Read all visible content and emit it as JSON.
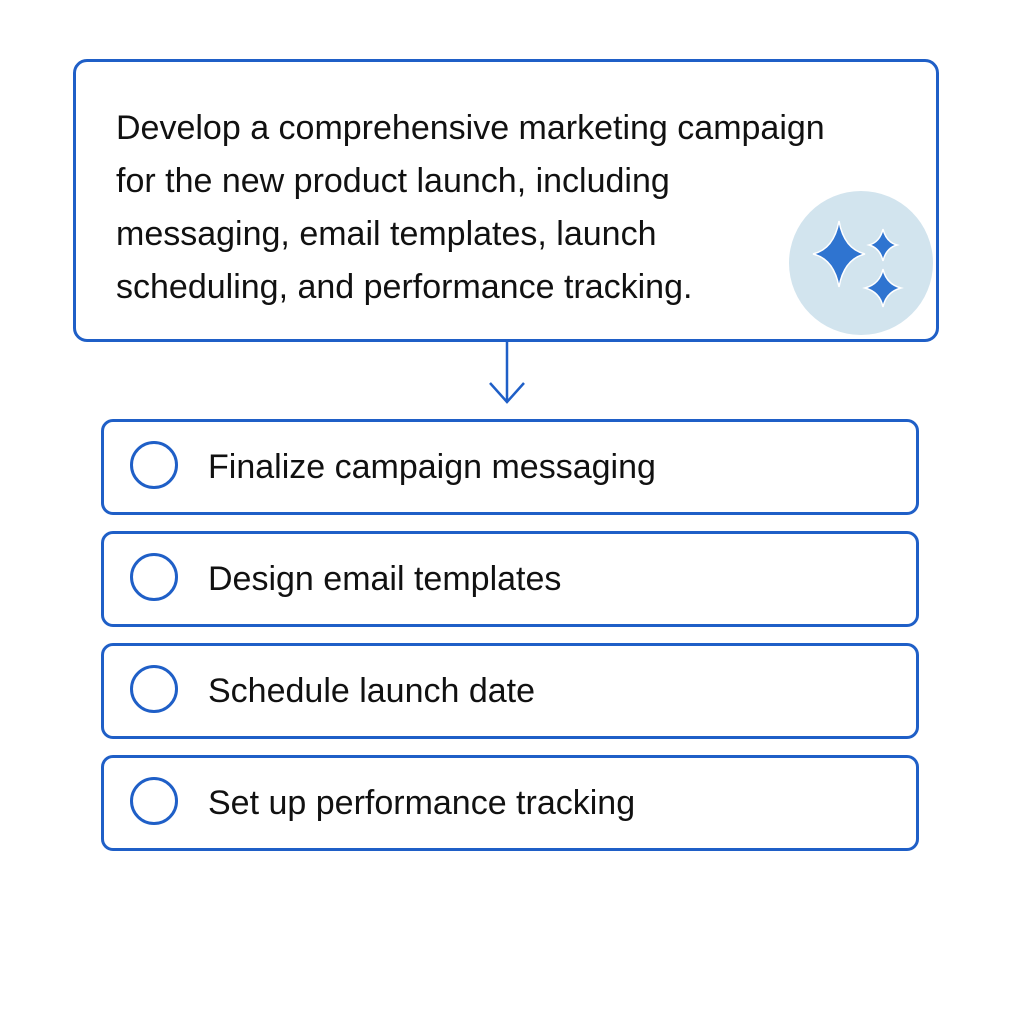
{
  "prompt": {
    "lines": [
      "Develop a comprehensive marketing campaign",
      "for the new product launch, including",
      "messaging, email templates, launch",
      "scheduling, and performance tracking."
    ],
    "icon": "sparkles-icon"
  },
  "tasks": [
    {
      "label": "Finalize campaign messaging",
      "done": false
    },
    {
      "label": "Design email templates",
      "done": false
    },
    {
      "label": "Schedule launch date",
      "done": false
    },
    {
      "label": "Set up performance tracking",
      "done": false
    }
  ],
  "colors": {
    "accent": "#1f5fc7",
    "icon_bg": "#d2e4ee",
    "sparkle": "#2f74d0"
  }
}
